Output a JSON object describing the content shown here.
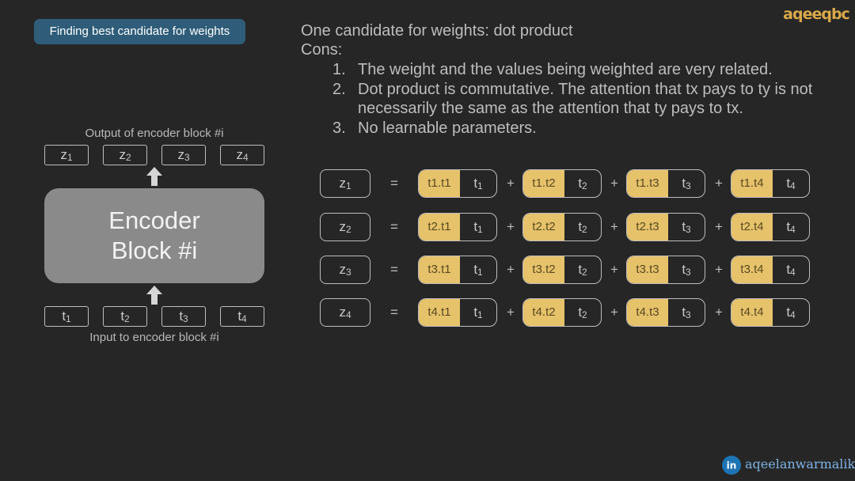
{
  "badge": "Finding best candidate for weights",
  "logo": "aqeeqbc",
  "headline": "One candidate for weights: dot product",
  "cons_label": "Cons:",
  "cons": [
    {
      "num": "1.",
      "text": "The weight and the values being weighted are very related."
    },
    {
      "num": "2.",
      "text": "Dot product is commutative. The attention that tx pays to ty is not necessarily the same as the attention that ty pays to tx."
    },
    {
      "num": "3.",
      "text": "No learnable parameters."
    }
  ],
  "encoder": {
    "output_caption": "Output of encoder block #i",
    "input_caption": "Input to encoder block #i",
    "block_line1": "Encoder",
    "block_line2": "Block #i",
    "outputs": [
      {
        "base": "z",
        "sub": "1"
      },
      {
        "base": "z",
        "sub": "2"
      },
      {
        "base": "z",
        "sub": "3"
      },
      {
        "base": "z",
        "sub": "4"
      }
    ],
    "inputs": [
      {
        "base": "t",
        "sub": "1"
      },
      {
        "base": "t",
        "sub": "2"
      },
      {
        "base": "t",
        "sub": "3"
      },
      {
        "base": "t",
        "sub": "4"
      }
    ]
  },
  "equations": [
    {
      "z": {
        "base": "z",
        "sub": "1"
      },
      "eq": "=",
      "terms": [
        {
          "dot": "t1.t1",
          "t": {
            "base": "t",
            "sub": "1"
          }
        },
        {
          "dot": "t1.t2",
          "t": {
            "base": "t",
            "sub": "2"
          }
        },
        {
          "dot": "t1.t3",
          "t": {
            "base": "t",
            "sub": "3"
          }
        },
        {
          "dot": "t1.t4",
          "t": {
            "base": "t",
            "sub": "4"
          }
        }
      ]
    },
    {
      "z": {
        "base": "z",
        "sub": "2"
      },
      "eq": "=",
      "terms": [
        {
          "dot": "t2.t1",
          "t": {
            "base": "t",
            "sub": "1"
          }
        },
        {
          "dot": "t2.t2",
          "t": {
            "base": "t",
            "sub": "2"
          }
        },
        {
          "dot": "t2.t3",
          "t": {
            "base": "t",
            "sub": "3"
          }
        },
        {
          "dot": "t2.t4",
          "t": {
            "base": "t",
            "sub": "4"
          }
        }
      ]
    },
    {
      "z": {
        "base": "z",
        "sub": "3"
      },
      "eq": "=",
      "terms": [
        {
          "dot": "t3.t1",
          "t": {
            "base": "t",
            "sub": "1"
          }
        },
        {
          "dot": "t3.t2",
          "t": {
            "base": "t",
            "sub": "2"
          }
        },
        {
          "dot": "t3.t3",
          "t": {
            "base": "t",
            "sub": "3"
          }
        },
        {
          "dot": "t3.t4",
          "t": {
            "base": "t",
            "sub": "4"
          }
        }
      ]
    },
    {
      "z": {
        "base": "z",
        "sub": "4"
      },
      "eq": "=",
      "terms": [
        {
          "dot": "t4.t1",
          "t": {
            "base": "t",
            "sub": "1"
          }
        },
        {
          "dot": "t4.t2",
          "t": {
            "base": "t",
            "sub": "2"
          }
        },
        {
          "dot": "t4.t3",
          "t": {
            "base": "t",
            "sub": "3"
          }
        },
        {
          "dot": "t4.t4",
          "t": {
            "base": "t",
            "sub": "4"
          }
        }
      ]
    }
  ],
  "plus": "+",
  "footer": {
    "icon": "linkedin-icon",
    "handle": "aqeelanwarmalik"
  },
  "colors": {
    "background": "#262626",
    "badge": "#2f5d79",
    "highlight": "#e6c26b",
    "block": "#8a8a8a",
    "link": "#7fb3e6"
  }
}
